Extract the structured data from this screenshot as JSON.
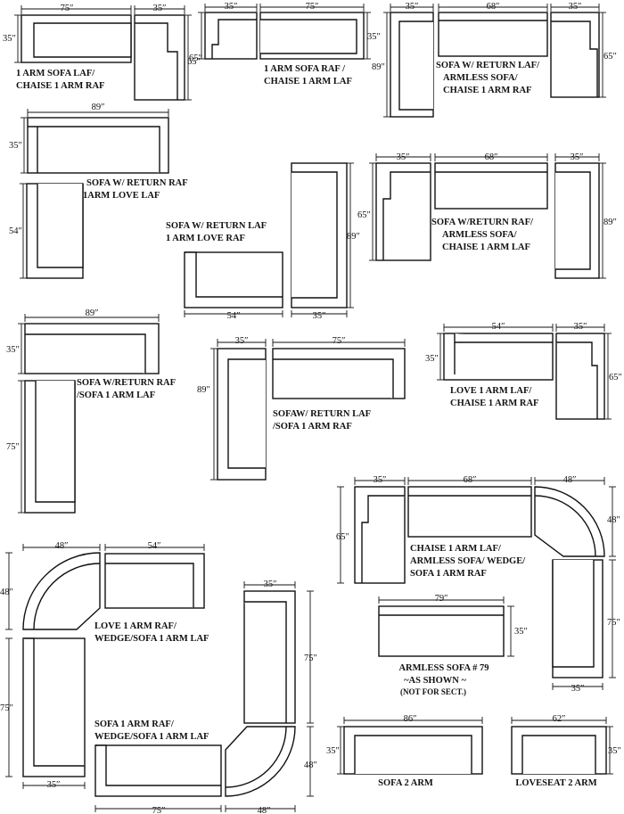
{
  "dims": {
    "d35": "35″",
    "d48": "48″",
    "d54": "54″",
    "d62": "62″",
    "d65": "65″",
    "d68": "68″",
    "d75": "75″",
    "d79": "79″",
    "d86": "86″",
    "d89": "89″"
  },
  "labels": {
    "c1": [
      "1 ARM SOFA LAF/",
      "CHAISE 1 ARM   RAF"
    ],
    "c2": [
      "1 ARM SOFA RAF /",
      "CHAISE 1 ARM  LAF"
    ],
    "c3": [
      "SOFA W/ RETURN LAF/",
      "ARMLESS SOFA/",
      "CHAISE 1 ARM RAF"
    ],
    "c4": [
      "SOFA W/ RETURN RAF",
      "1ARM LOVE LAF"
    ],
    "c5": [
      "SOFA  W/ RETURN LAF",
      "1 ARM LOVE RAF"
    ],
    "c6": [
      "SOFA W/RETURN RAF/",
      "ARMLESS SOFA/",
      "CHAISE 1 ARM LAF"
    ],
    "c7": [
      "SOFA W/RETURN RAF",
      "/SOFA 1 ARM LAF"
    ],
    "c8": [
      "SOFAW/ RETURN LAF",
      "/SOFA 1 ARM RAF"
    ],
    "c9": [
      "LOVE 1 ARM LAF/",
      "CHAISE 1 ARM RAF"
    ],
    "c10": [
      "CHAISE 1 ARM LAF/",
      "ARMLESS SOFA/ WEDGE/",
      "SOFA 1 ARM RAF"
    ],
    "c11": [
      "LOVE 1 ARM RAF/",
      "WEDGE/SOFA 1 ARM LAF"
    ],
    "c12": [
      "ARMLESS SOFA # 79",
      "~AS SHOWN ~"
    ],
    "c12note": "(NOT FOR SECT.)",
    "c13": [
      "SOFA 1 ARM RAF/",
      "WEDGE/SOFA 1 ARM LAF"
    ],
    "c14": [
      "SOFA 2 ARM"
    ],
    "c15": [
      "LOVESEAT 2 ARM"
    ]
  }
}
